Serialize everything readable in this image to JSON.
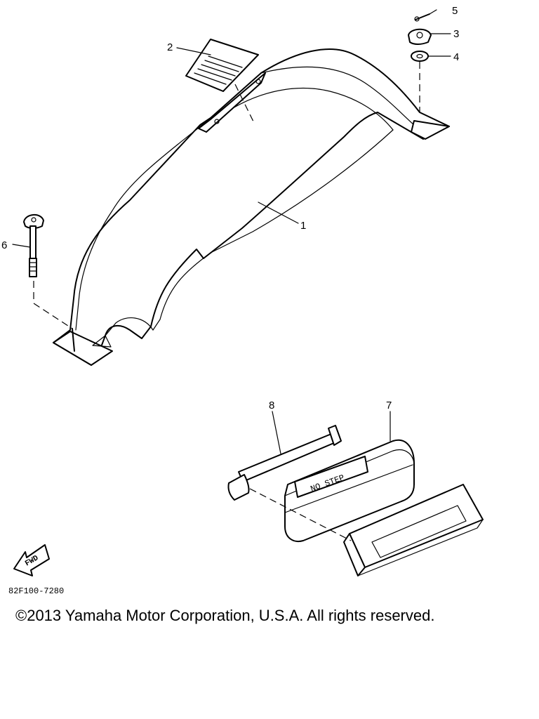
{
  "diagram": {
    "callouts": [
      "1",
      "2",
      "3",
      "4",
      "5",
      "6",
      "7",
      "8"
    ],
    "fwd_label": "FWD",
    "part_code": "82F100-7280",
    "lid_text": "NO STEP"
  },
  "footer": {
    "copyright": "©2013 Yamaha Motor Corporation, U.S.A. All rights reserved."
  }
}
